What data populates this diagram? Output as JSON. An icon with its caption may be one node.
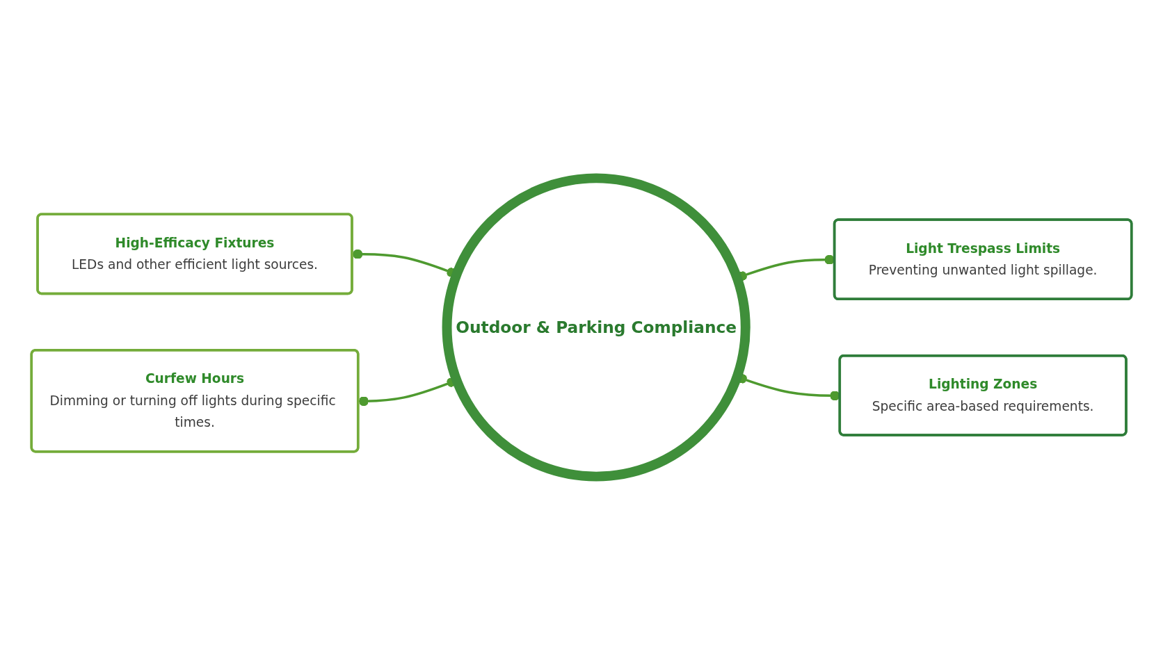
{
  "diagram": {
    "nodes": [
      {
        "text": [
          "High-Efficacy Fixtures",
          "LEDs and other efficient light sources."
        ]
      },
      {
        "text": [
          "Light Trespass Limits",
          "Preventing unwanted light spillage."
        ]
      },
      {
        "text": [
          "Outdoor & Parking Compliance"
        ]
      },
      {
        "text": [
          "Curfew Hours",
          "Dimming or turning off lights during specific times."
        ]
      },
      {
        "text": [
          "Lighting Zones",
          "Specific area-based requirements."
        ]
      }
    ],
    "edges": [
      {
        "from": 0,
        "to": 2,
        "arrow": "other"
      },
      {
        "from": 2,
        "to": 1,
        "arrow": "other"
      },
      {
        "from": 3,
        "to": 2,
        "arrow": "other"
      },
      {
        "from": 2,
        "to": 4,
        "arrow": "other"
      }
    ]
  }
}
